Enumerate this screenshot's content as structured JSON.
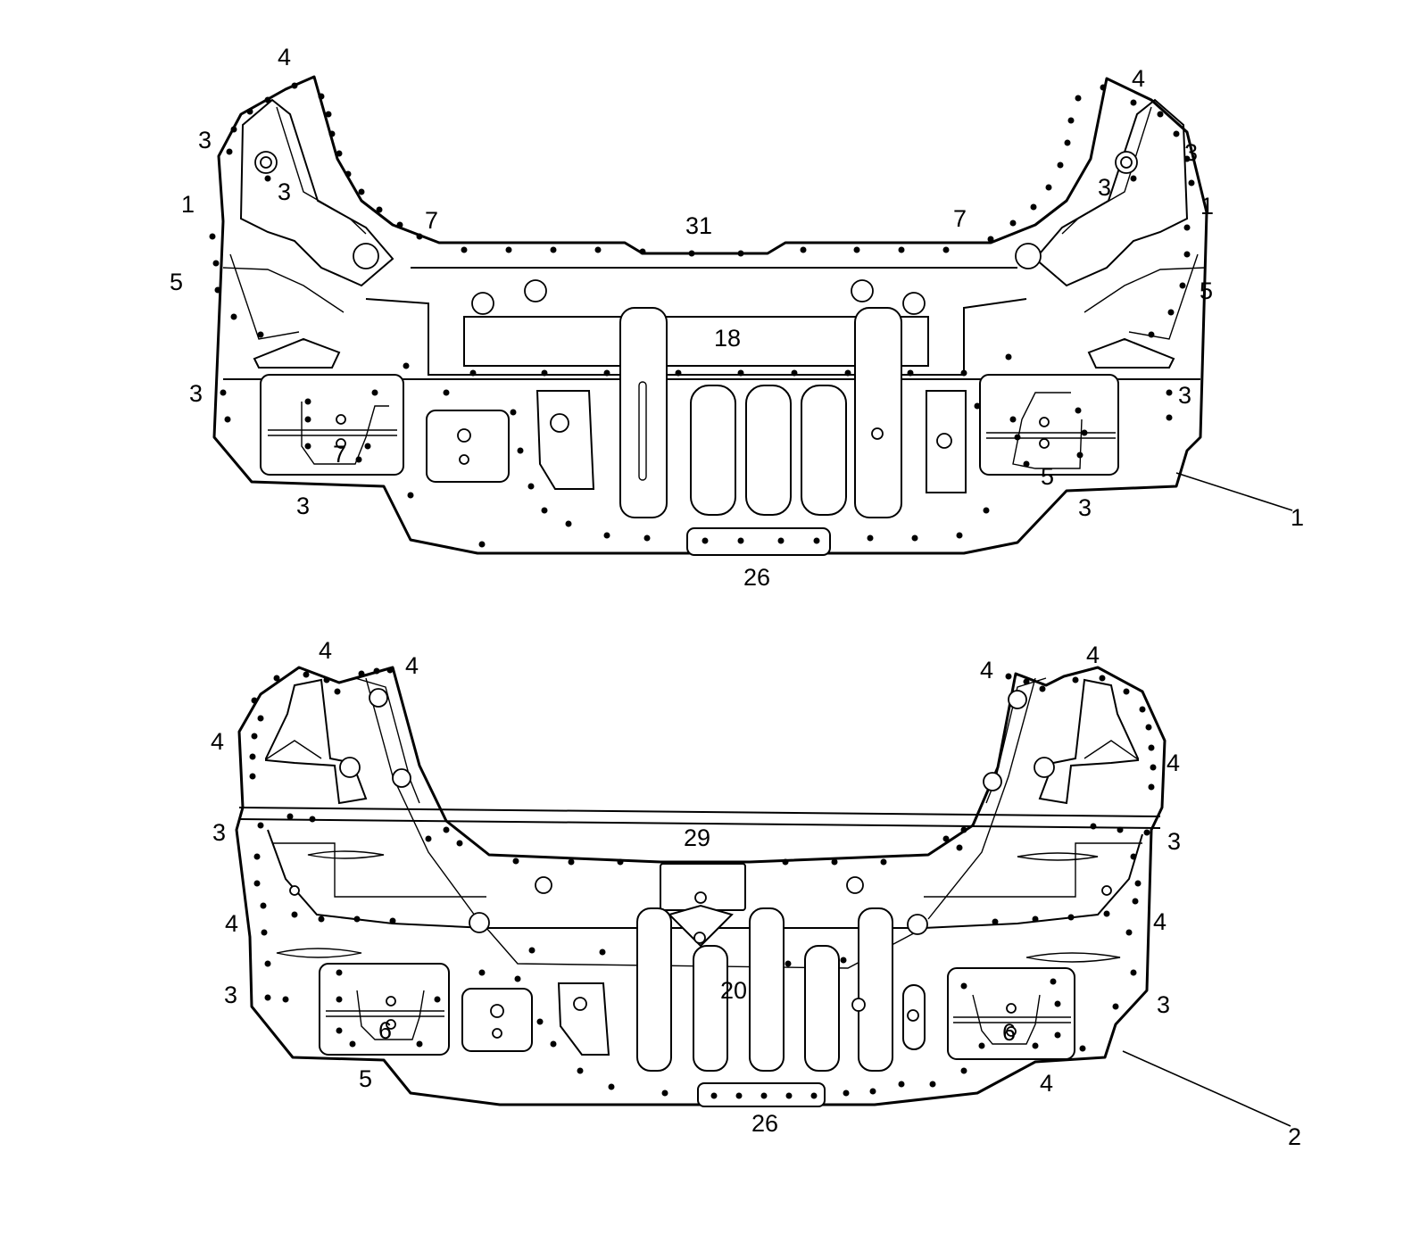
{
  "figures": [
    {
      "name": "upper-assembly",
      "callouts": {
        "c4_left": "4",
        "c4_right": "4",
        "c3_ul1": "3",
        "c3_ul2": "3",
        "c3_ur1": "3",
        "c3_ur2": "3",
        "c1_left": "1",
        "c1_right": "1",
        "c7_left": "7",
        "c7_right": "7",
        "c31": "31",
        "c5_left": "5",
        "c5_right": "5",
        "c18": "18",
        "c3_ml": "3",
        "c3_mr": "3",
        "c7_pocket": "7",
        "c5_pocket": "5",
        "c3_bl": "3",
        "c3_br": "3",
        "c26": "26",
        "c1_leader": "1"
      }
    },
    {
      "name": "lower-assembly",
      "callouts": {
        "c4_tl": "4",
        "c4_tl2": "4",
        "c4_tr": "4",
        "c4_tr2": "4",
        "c4_l": "4",
        "c4_r": "4",
        "c3_l": "3",
        "c3_r": "3",
        "c29": "29",
        "c4_ml": "4",
        "c4_mr": "4",
        "c3_ll": "3",
        "c3_lr": "3",
        "c20": "20",
        "c6_left": "6",
        "c6_right": "6",
        "c5_bottom": "5",
        "c4_bottom": "4",
        "c26": "26",
        "c2_leader": "2"
      }
    }
  ]
}
